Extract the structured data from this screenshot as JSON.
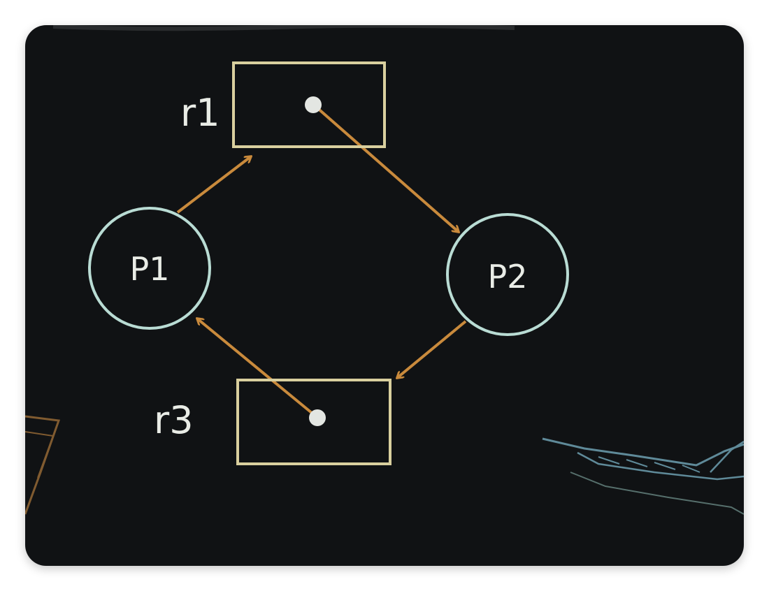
{
  "processes": [
    {
      "id": "P1",
      "label": "P1"
    },
    {
      "id": "P2",
      "label": "P2"
    }
  ],
  "resources": [
    {
      "id": "r1",
      "label": "r1",
      "instances": 1
    },
    {
      "id": "r3",
      "label": "r3",
      "instances": 1
    }
  ],
  "edges": [
    {
      "from": "P1",
      "to": "r1",
      "kind": "request"
    },
    {
      "from": "r1",
      "to": "P2",
      "kind": "assignment"
    },
    {
      "from": "P2",
      "to": "r3",
      "kind": "request"
    },
    {
      "from": "r3",
      "to": "P1",
      "kind": "assignment"
    }
  ],
  "colors": {
    "background": "#101214",
    "process_stroke": "#b9dcd4",
    "resource_stroke": "#d9cf9e",
    "edge": "#c98a3c",
    "instance_dot": "#e3e6e2",
    "text": "#e9ece6",
    "sketch_left": "#b07a3c",
    "sketch_right": "#7ab3c6"
  }
}
